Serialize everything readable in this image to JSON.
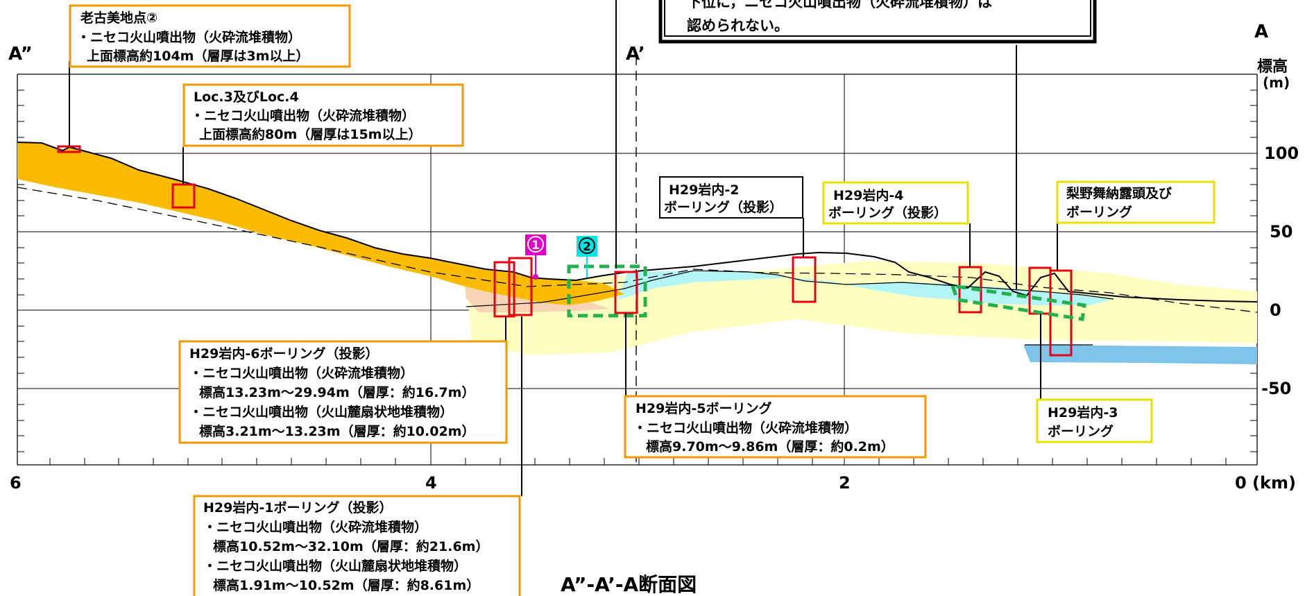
{
  "title": "A”-A’-A断面図",
  "section_labels": {
    "a_dblprime": "A”",
    "a_prime": "A’",
    "a": "A"
  },
  "y_axis": {
    "label": "標高",
    "unit": "(m)",
    "ticks": [
      "100",
      "50",
      "0",
      "-50"
    ]
  },
  "x_axis": {
    "ticks": [
      "6",
      "4",
      "2",
      "0"
    ],
    "unit_tick": "0 (km)"
  },
  "callout_top": {
    "line1": "下位に，ニセコ火山噴出物（火砕流堆積物）は",
    "line2": "認められない。"
  },
  "boxes": {
    "rokomi": {
      "title": "老古美地点②",
      "line1": "・ニセコ火山噴出物（火砕流堆積物）",
      "line2": "上面標高約104m（層厚は3m以上）"
    },
    "loc34": {
      "title": "Loc.3及びLoc.4",
      "line1": "・ニセコ火山噴出物（火砕流堆積物）",
      "line2": "上面標高約80m（層厚は15m以上）"
    },
    "h29_2": {
      "line1": "H29岩内-2",
      "line2": "ボーリング（投影）"
    },
    "h29_4": {
      "line1": "H29岩内-4",
      "line2": "ボーリング（投影）"
    },
    "rinomai": {
      "line1": "梨野舞納露頭及び",
      "line2": "ボーリング"
    },
    "h29_6": {
      "title": "H29岩内-6ボーリング（投影）",
      "l1": "・ニセコ火山噴出物（火砕流堆積物）",
      "l2": "標高13.23m～29.94m（層厚：約16.7m）",
      "l3": "・ニセコ火山噴出物（火山麓扇状地堆積物）",
      "l4": "標高3.21m～13.23m（層厚：約10.02m）"
    },
    "h29_5": {
      "title": "H29岩内-5ボーリング",
      "l1": "・ニセコ火山噴出物（火砕流堆積物）",
      "l2": "標高9.70m～9.86m（層厚：約0.2m）"
    },
    "h29_3": {
      "line1": "H29岩内-3",
      "line2": "ボーリング"
    },
    "h29_1": {
      "title": "H29岩内-1ボーリング（投影）",
      "l1": "・ニセコ火山噴出物（火砕流堆積物）",
      "l2": "標高10.52m～32.10m（層厚：約21.6m）",
      "l3": "・ニセコ火山噴出物（火山麓扇状地堆積物）",
      "l4": "標高1.91m～10.52m（層厚：約8.61m）"
    }
  },
  "markers": {
    "m1": "1",
    "m2": "2"
  },
  "colors": {
    "pyroclastic": "#fbbb00",
    "fan": "#ffffc2",
    "cyan": "#b3f5f7",
    "blue": "#7dc3ea",
    "pink": "#f9d4b5",
    "orange_box": "#f39800",
    "yellow_box": "#e8e100",
    "red": "#e60012",
    "green": "#22b14c",
    "magenta": "#e100c8",
    "cyan_marker": "#00e5e5"
  }
}
